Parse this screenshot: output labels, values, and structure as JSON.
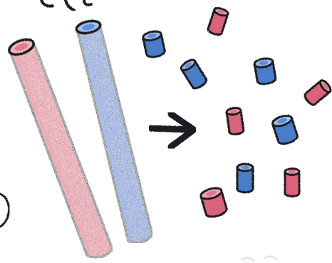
{
  "illustration": {
    "style": "crayon drawing",
    "outline_color": "#1e1e22",
    "paper_color": "#ffffff",
    "colors": {
      "red": "#d9647a",
      "red_light": "#f0a6b2",
      "blue": "#4a7cc9",
      "blue_light": "#9fc0ee",
      "arrow": "#1e1e22"
    },
    "long_tubes": [
      {
        "color": "red"
      },
      {
        "color": "blue"
      }
    ],
    "arrow_icon": "right-arrow-icon",
    "small_pieces": [
      {
        "color": "red"
      },
      {
        "color": "blue"
      },
      {
        "color": "blue"
      },
      {
        "color": "blue"
      },
      {
        "color": "red"
      },
      {
        "color": "red"
      },
      {
        "color": "blue"
      },
      {
        "color": "blue"
      },
      {
        "color": "red"
      },
      {
        "color": "red"
      }
    ]
  }
}
